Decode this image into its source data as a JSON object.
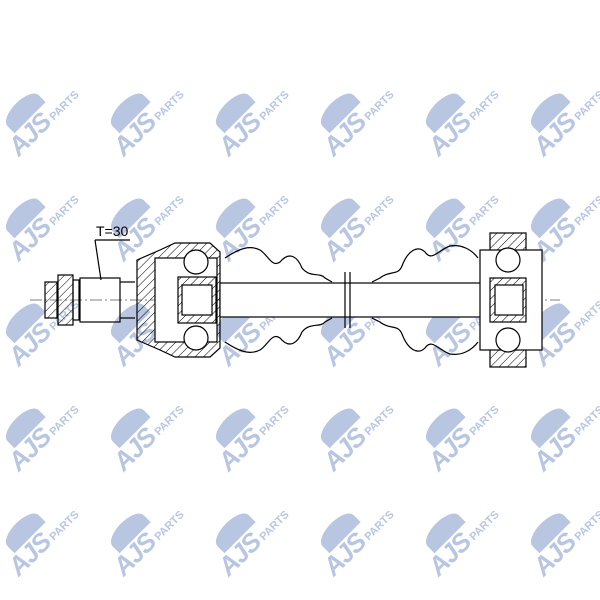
{
  "watermark": {
    "brand": "AJS",
    "suffix": "PARTS",
    "color": "#b9c6e2"
  },
  "drawing": {
    "title": "Drive shaft cross-section",
    "dimension_label": "T=30",
    "line_color": "#000000"
  }
}
